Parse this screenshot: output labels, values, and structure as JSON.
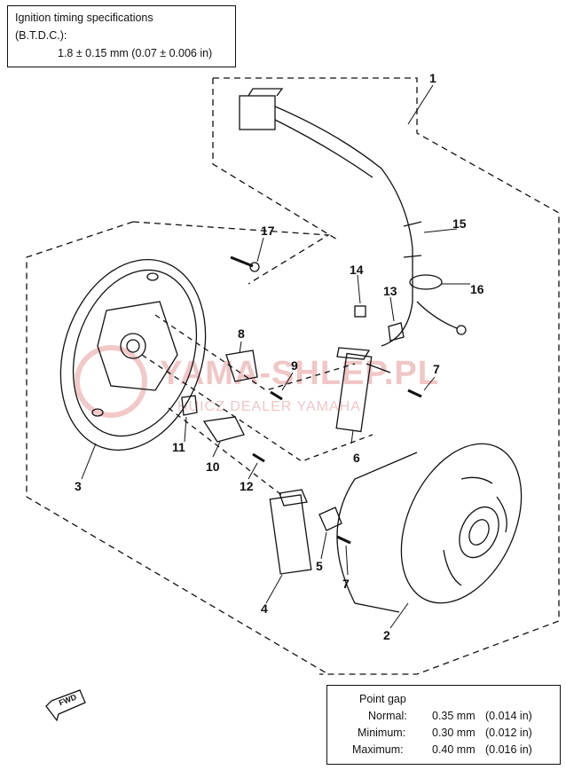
{
  "spec": {
    "title": "Ignition timing specifications",
    "subtitle": "(B.T.D.C.):",
    "value": "1.8 ± 0.15 mm (0.07 ± 0.006 in)"
  },
  "point_gap": {
    "title": "Point gap",
    "rows": [
      {
        "label": "Normal:",
        "mm": "0.35 mm",
        "inch": "(0.014 in)"
      },
      {
        "label": "Minimum:",
        "mm": "0.30 mm",
        "inch": "(0.012 in)"
      },
      {
        "label": "Maximum:",
        "mm": "0.40 mm",
        "inch": "(0.016 in)"
      }
    ]
  },
  "callouts": [
    "1",
    "2",
    "3",
    "4",
    "5",
    "6",
    "7",
    "7",
    "8",
    "9",
    "10",
    "11",
    "12",
    "13",
    "14",
    "15",
    "16",
    "17"
  ],
  "watermark": {
    "main": "YAMA-SHLEP.PL",
    "sub": "HUICZ DEALER YAMAHA"
  },
  "fwd": "FWD"
}
